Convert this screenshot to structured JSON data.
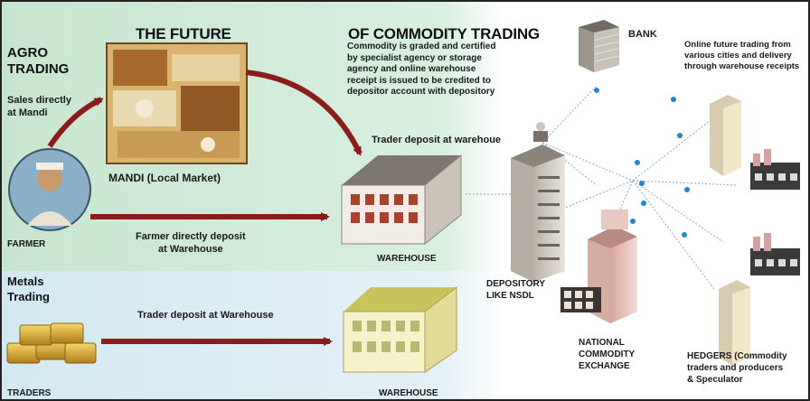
{
  "title_top": "THE FUTURE",
  "title_right": "OF COMMODITY TRADING",
  "agro_label": [
    "AGRO",
    "TRADING"
  ],
  "sales_directly": [
    "Sales directly",
    "at Mandi"
  ],
  "mandi_label": "MANDI (Local Market)",
  "farmer_label": "FARMER",
  "farmer_deposit": [
    "Farmer directly deposit",
    "at Warehouse"
  ],
  "commodity_note": [
    "Commodity is graded and certified",
    "by specialist agency or storage",
    "agency and online warehouse",
    "receipt is issued to be credited to",
    "depositor account with depository"
  ],
  "trader_deposit_warehouse": "Trader deposit at warehoue",
  "warehouse_top": "WAREHOUSE",
  "bank_label": "BANK",
  "online_note": [
    "Online future trading from",
    "various cities and delivery",
    "through warehouse receipts"
  ],
  "depository_label": [
    "DEPOSITORY",
    "LIKE NSDL"
  ],
  "exchange_label": [
    "NATIONAL",
    "COMMODITY",
    "EXCHANGE"
  ],
  "hedgers_label": [
    "HEDGERS (Commodity",
    "traders and producers",
    "& Speculator"
  ],
  "metals_label": [
    "Metals",
    "Trading"
  ],
  "trader_deposit_metals": "Trader deposit at Warehouse",
  "traders_label": "TRADERS",
  "warehouse_bottom": "WAREHOUSE",
  "colors": {
    "agro_bg": "#cfe9d6",
    "metals_bg": "#dcecf3",
    "right_bg": "#ffffff",
    "arrow": "#8c1c1c",
    "dot_blue": "#1f86d6"
  },
  "icons": [
    "mandi-photo",
    "farmer-photo",
    "warehouse-icon",
    "bank-building-icon",
    "depository-building-icon",
    "exchange-building-icon",
    "office-building-icon",
    "factory-icon",
    "gold-bars-icon"
  ]
}
